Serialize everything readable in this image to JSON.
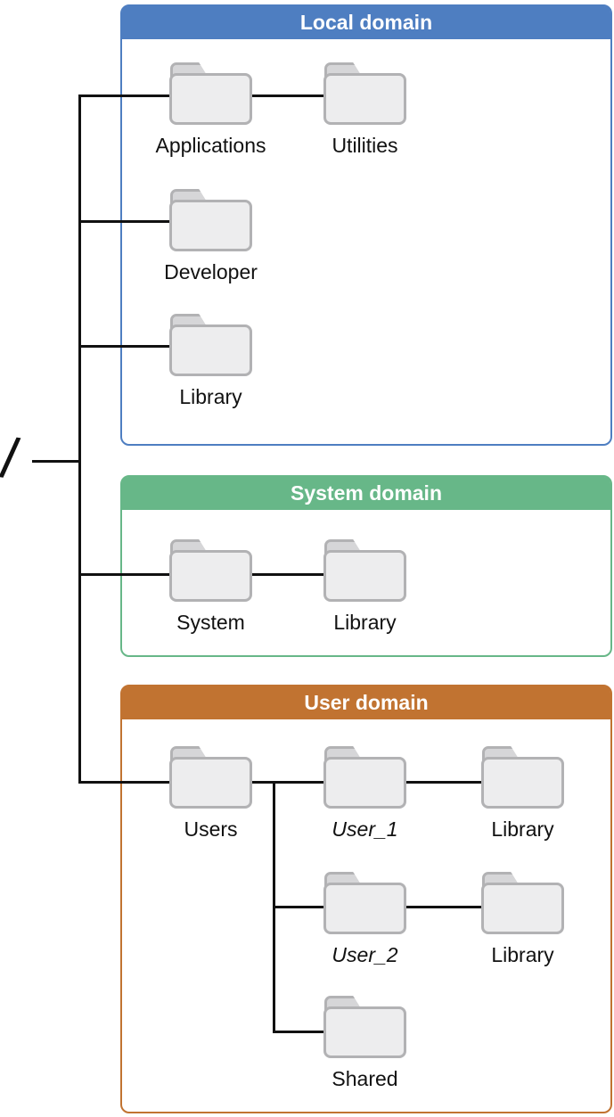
{
  "figure": {
    "root_label": "/",
    "line_color": "#111111",
    "folder_colors": {
      "body": "#ededee",
      "tab": "#d6d6d8",
      "border": "#b2b2b4"
    }
  },
  "domains": [
    {
      "name": "Local domain",
      "accent_color": "#4e7ec1",
      "folders": [
        {
          "label": "Applications"
        },
        {
          "label": "Utilities"
        },
        {
          "label": "Developer"
        },
        {
          "label": "Library"
        }
      ]
    },
    {
      "name": "System domain",
      "accent_color": "#67b788",
      "folders": [
        {
          "label": "System"
        },
        {
          "label": "Library"
        }
      ]
    },
    {
      "name": "User domain",
      "accent_color": "#c17331",
      "folders": [
        {
          "label": "Users"
        },
        {
          "label": "User_1",
          "italic": true
        },
        {
          "label": "Library"
        },
        {
          "label": "User_2",
          "italic": true
        },
        {
          "label": "Library"
        },
        {
          "label": "Shared"
        }
      ]
    }
  ]
}
